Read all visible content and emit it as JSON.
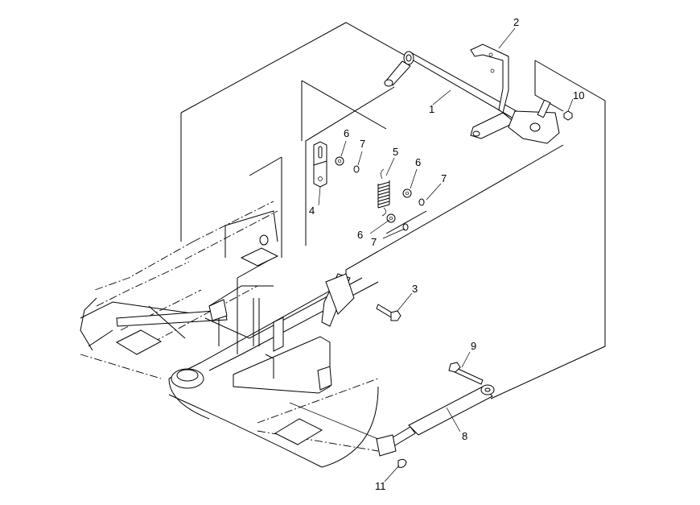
{
  "callouts": {
    "c1": "1",
    "c2": "2",
    "c3": "3",
    "c4": "4",
    "c5": "5",
    "c6a": "6",
    "c6b": "6",
    "c6c": "6",
    "c7a": "7",
    "c7b": "7",
    "c7c": "7",
    "c8": "8",
    "c9": "9",
    "c10": "10",
    "c11": "11"
  }
}
